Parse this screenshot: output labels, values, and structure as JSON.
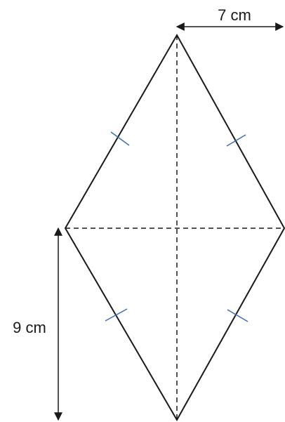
{
  "diagram": {
    "top_label": "7 cm",
    "left_label": "9 cm",
    "colors": {
      "shape_stroke": "#1a1a1a",
      "tick_marks": "#3b6fb5",
      "text": "#1a1a1a"
    },
    "shape": "rhombus",
    "equal_side_markers": 4
  }
}
